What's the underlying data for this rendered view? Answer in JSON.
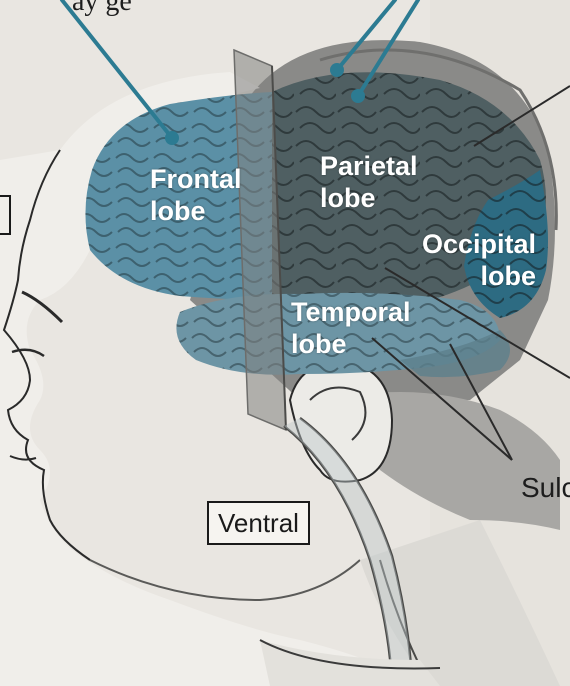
{
  "figure": {
    "top_caption": "ay ge",
    "lobes": {
      "frontal": [
        "Frontal",
        "lobe"
      ],
      "parietal": [
        "Parietal",
        "lobe"
      ],
      "occipital": [
        "Occipital",
        "lobe"
      ],
      "temporal": [
        "Temporal",
        "lobe"
      ]
    },
    "sulci_label": "Sulc",
    "ventral_label": "Ventral"
  },
  "colors": {
    "background": "#e9e6e1",
    "skin": "#efede8",
    "frontal_lobe": "#5b90a6",
    "parietal_lobe": "#4f5f62",
    "occipital_lobe": "#2d6b82",
    "temporal_lobe": "#6d95a5",
    "leader_line": "#2c7b92"
  }
}
